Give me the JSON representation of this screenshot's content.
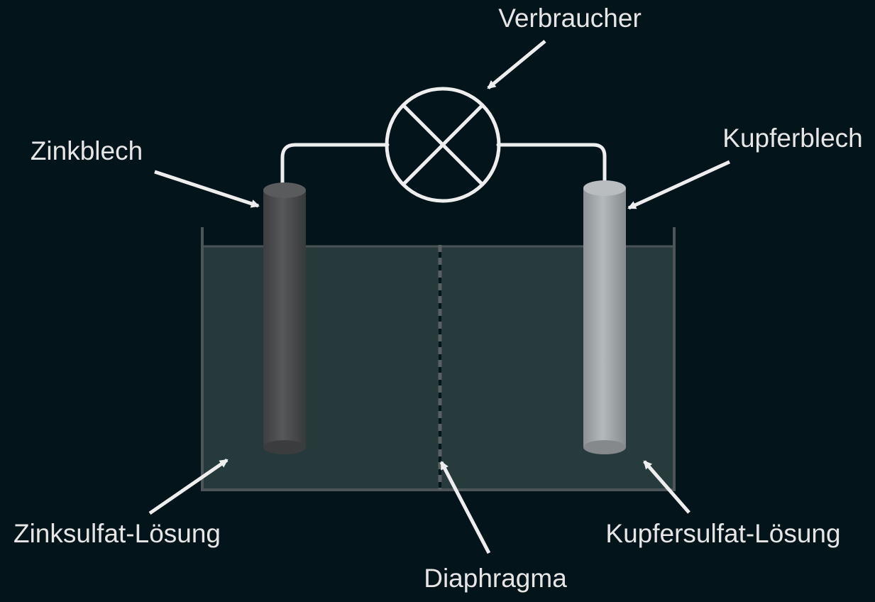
{
  "labels": {
    "verbraucher": "Verbraucher",
    "zinkblech": "Zinkblech",
    "kupferblech": "Kupferblech",
    "zinksulfat": "Zinksulfat-Lösung",
    "kupfersulfat": "Kupfersulfat-Lösung",
    "diaphragma": "Diaphragma"
  },
  "colors": {
    "background": "#03141a",
    "solution": "#26393b",
    "container": "#4e5558",
    "zinc_electrode": "#4a4b4d",
    "copper_electrode": "#a6abae",
    "wire": "#eeeeee",
    "arrow": "#eeeeee",
    "text": "#e6e6e6"
  }
}
